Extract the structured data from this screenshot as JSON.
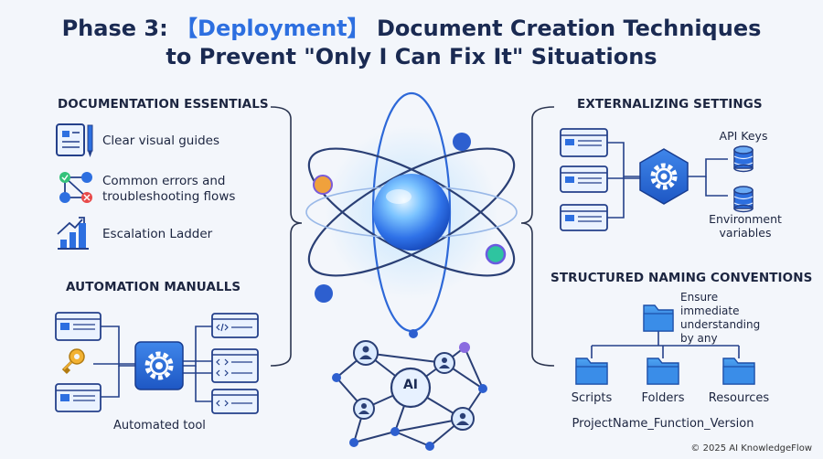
{
  "title": {
    "line1_prefix": "Phase 3: ",
    "line1_highlight": "【Deployment】",
    "line1_suffix": " Document Creation Techniques",
    "line2": "to Prevent \"Only I Can Fix It\" Situations"
  },
  "documentation": {
    "heading": "DOCUMENTATION ESSENTIALS",
    "items": [
      {
        "label": "Clear visual guides",
        "icon": "document-pen-icon"
      },
      {
        "label": "Common errors and troubleshooting flows",
        "icon": "flowchart-icon"
      },
      {
        "label": "Escalation Ladder",
        "icon": "bar-chart-icon"
      }
    ]
  },
  "automation": {
    "heading": "AUTOMATION MANUALLS",
    "tool_label": "Automated tool"
  },
  "settings": {
    "heading": "EXTERNALIZING SETTINGS",
    "api_keys": "API Keys",
    "env_vars": "Environment variables"
  },
  "naming": {
    "heading": "STRUCTURED NAMING CONVENTIONS",
    "note": "Ensure immediate understanding by any",
    "folders": [
      "Scripts",
      "Folders",
      "Resources"
    ],
    "pattern": "ProjectName_Function_Version"
  },
  "center": {
    "ai_label": "AI"
  },
  "colors": {
    "accent_blue": "#2d6fe0",
    "dark_navy": "#1a2a52",
    "gear_blue": "#2f6fd6"
  },
  "footer": "© 2025 AI KnowledgeFlow"
}
